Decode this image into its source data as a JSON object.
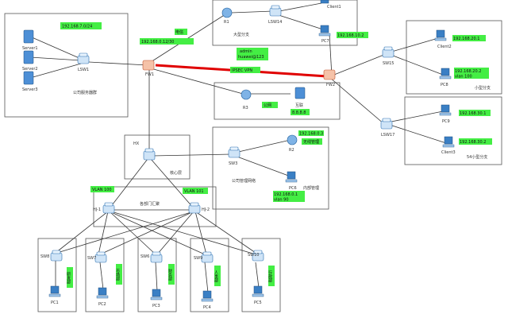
{
  "diagram": {
    "server_ip_label": "192.168.7.0/24",
    "servers": [
      "Server1",
      "Server2",
      "Server3"
    ],
    "lsw1_label": "LSW1",
    "server_zone_label": "公司服务器群",
    "fw1_label": "FW1",
    "fw1_ip_label": "192.168.0.12/30",
    "mail_label": "电信",
    "r1_label": "R1",
    "lsw14_label": "LSW14",
    "client1_label": "Client1",
    "pc7_label": "PC7",
    "pc7_ip_label": "192.168.10.2",
    "branch_zone_label": "大型分支",
    "vpn_account_label": "admin",
    "vpn_password_label": "huawei@123",
    "ipsec_label": "IPSEC VPN",
    "fw2_label": "FW2",
    "r3_label": "R3",
    "isp_label": "公网",
    "internet_label": "互联",
    "internet_ip_label": "8.8.8.8",
    "sw15_label": "SW15",
    "client2_label": "Client2",
    "client2_ip_label": "192.168.20.1",
    "pc8_label": "PC8",
    "pc8_ip_label": "192.168.20.2",
    "pc8_vlan_label": "vlan 100",
    "small_branch_label": "小型分支",
    "lsw17_label": "LSW17",
    "pc9_label": "PC9",
    "pc9_ip_label": "192.168.30.1",
    "client3_label": "Client3",
    "client3_ip_label": "192.168.30.2",
    "sme_branch_label": "54小型分支",
    "hx_label": "HX",
    "core_label": "核心层",
    "sw3_label": "SW3",
    "r2_label": "R2",
    "r2_ip_label": "192.168.0.3",
    "wireless_label": "无线管理",
    "pc6_label": "PC6",
    "pc6_ip_label": "192.168.0.1",
    "pc6_vlan_label": "vlan 90",
    "mgmt_zone_label": "公司管理网络",
    "mgmt_right_label": "内部管理",
    "vlan100_label": "VLAN 100",
    "vlan101_label": "VLAN 101",
    "hj1_label": "HJ-1",
    "hj2_label": "HJ-2",
    "agg_label": "各部门汇聚",
    "access_switches": [
      "SW8",
      "SW7",
      "SW6",
      "SW9",
      "SW10"
    ],
    "pcs": [
      "PC1",
      "PC2",
      "PC3",
      "PC4",
      "PC5"
    ],
    "dept_labels": [
      "研发部",
      "市场部",
      "财务部",
      "人事部",
      "行政部"
    ]
  }
}
